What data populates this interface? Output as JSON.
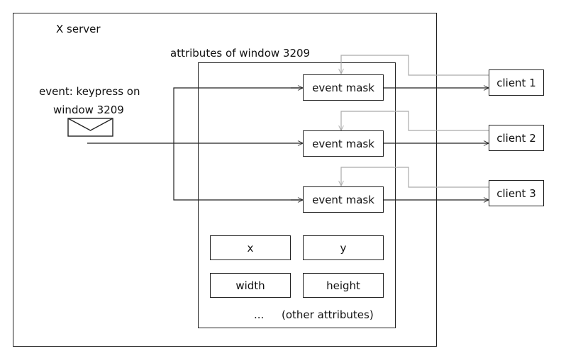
{
  "server": {
    "title": "X server"
  },
  "window": {
    "title": "attributes of window 3209"
  },
  "event": {
    "line1": "event: keypress on",
    "line2": "window 3209",
    "icon": "envelope-icon"
  },
  "event_masks": [
    {
      "label": "event mask"
    },
    {
      "label": "event mask"
    },
    {
      "label": "event mask"
    }
  ],
  "attributes": {
    "x": "x",
    "y": "y",
    "width": "width",
    "height": "height",
    "ellipsis": "...",
    "other": "(other attributes)"
  },
  "clients": [
    {
      "label": "client 1"
    },
    {
      "label": "client 2"
    },
    {
      "label": "client 3"
    }
  ],
  "colors": {
    "line": "#222222",
    "feedback": "#aaaaaa"
  }
}
